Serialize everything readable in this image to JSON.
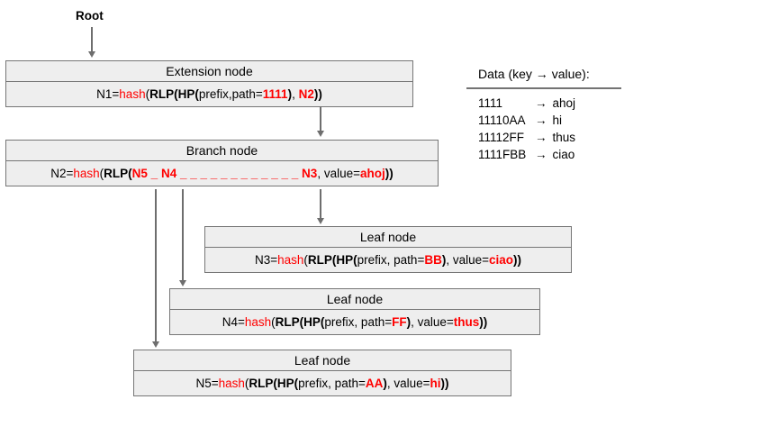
{
  "root_label": "Root",
  "nodes": {
    "extension": {
      "title": "Extension node",
      "formula": [
        {
          "t": "N1=",
          "s": "p"
        },
        {
          "t": "hash",
          "s": "r"
        },
        {
          "t": "(",
          "s": "p"
        },
        {
          "t": "RLP(HP(",
          "s": "b"
        },
        {
          "t": "prefix,path=",
          "s": "p"
        },
        {
          "t": "1111",
          "s": "rb"
        },
        {
          "t": ")",
          "s": "b"
        },
        {
          "t": ", ",
          "s": "p"
        },
        {
          "t": "N2",
          "s": "rb"
        },
        {
          "t": "))",
          "s": "b"
        }
      ]
    },
    "branch": {
      "title": "Branch node",
      "formula": [
        {
          "t": "N2=",
          "s": "p"
        },
        {
          "t": "hash",
          "s": "r"
        },
        {
          "t": "(",
          "s": "p"
        },
        {
          "t": "RLP(",
          "s": "b"
        },
        {
          "t": "N5 _ N4 _ _ _ _ _ _ _ _ _ _ _ _ N3",
          "s": "rb"
        },
        {
          "t": ", value=",
          "s": "p"
        },
        {
          "t": "ahoj",
          "s": "rb"
        },
        {
          "t": "))",
          "s": "b"
        }
      ]
    },
    "leaf_n3": {
      "title": "Leaf node",
      "formula": [
        {
          "t": "N3=",
          "s": "p"
        },
        {
          "t": "hash",
          "s": "r"
        },
        {
          "t": "(",
          "s": "p"
        },
        {
          "t": "RLP(HP(",
          "s": "b"
        },
        {
          "t": "prefix, path=",
          "s": "p"
        },
        {
          "t": "BB",
          "s": "rb"
        },
        {
          "t": ")",
          "s": "b"
        },
        {
          "t": ", value=",
          "s": "p"
        },
        {
          "t": "ciao",
          "s": "rb"
        },
        {
          "t": "))",
          "s": "b"
        }
      ]
    },
    "leaf_n4": {
      "title": "Leaf node",
      "formula": [
        {
          "t": "N4=",
          "s": "p"
        },
        {
          "t": "hash",
          "s": "r"
        },
        {
          "t": "(",
          "s": "p"
        },
        {
          "t": "RLP(HP(",
          "s": "b"
        },
        {
          "t": "prefix, path=",
          "s": "p"
        },
        {
          "t": "FF",
          "s": "rb"
        },
        {
          "t": ")",
          "s": "b"
        },
        {
          "t": ", value=",
          "s": "p"
        },
        {
          "t": "thus",
          "s": "rb"
        },
        {
          "t": "))",
          "s": "b"
        }
      ]
    },
    "leaf_n5": {
      "title": "Leaf node",
      "formula": [
        {
          "t": "N5=",
          "s": "p"
        },
        {
          "t": "hash",
          "s": "r"
        },
        {
          "t": "(",
          "s": "p"
        },
        {
          "t": "RLP(HP(",
          "s": "b"
        },
        {
          "t": "prefix, path=",
          "s": "p"
        },
        {
          "t": "AA",
          "s": "rb"
        },
        {
          "t": ")",
          "s": "b"
        },
        {
          "t": ", value=",
          "s": "p"
        },
        {
          "t": "hi",
          "s": "rb"
        },
        {
          "t": "))",
          "s": "b"
        }
      ]
    }
  },
  "data_panel": {
    "title": "Data (key → value):",
    "arrow": "→",
    "rows": [
      {
        "key": "1111",
        "value": "ahoj"
      },
      {
        "key": "11110AA",
        "value": "hi"
      },
      {
        "key": "11112FF",
        "value": "thus"
      },
      {
        "key": "1111FBB",
        "value": "ciao"
      }
    ]
  },
  "colors": {
    "highlight_red": "#ff0000",
    "box_fill": "#eeeeee",
    "box_border": "#767676",
    "arrow_gray": "#6e6e6e"
  }
}
